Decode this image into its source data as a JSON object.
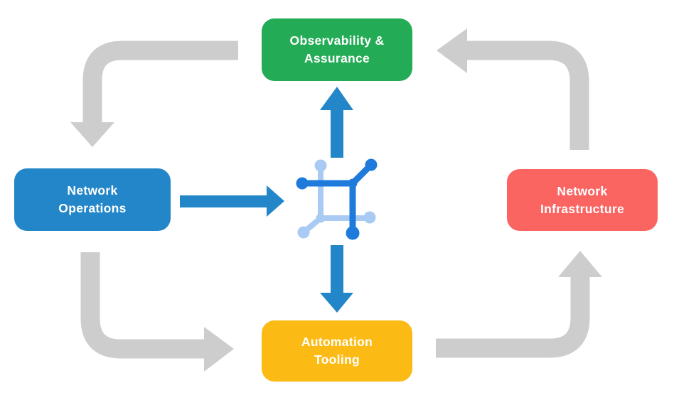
{
  "nodes": {
    "observability": {
      "line1": "Observability &",
      "line2": "Assurance",
      "color": "#23AB55",
      "text_color": "#FFFFFF"
    },
    "operations": {
      "line1": "Network",
      "line2": "Operations",
      "color": "#2386C8",
      "text_color": "#FFFFFF"
    },
    "infrastructure": {
      "line1": "Network",
      "line2": "Infrastructure",
      "color": "#FA6461",
      "text_color": "#FFFFFF"
    },
    "automation": {
      "line1": "Automation",
      "line2": "Tooling",
      "color": "#FCBB14",
      "text_color": "#FFFFFF"
    }
  },
  "center_icon": {
    "name": "network-fabric-icon",
    "color_dark": "#1E7ADB",
    "color_light": "#A9CBF3"
  },
  "colors": {
    "background": "#FFFFFF",
    "arrow_gray": "#CDCDCD",
    "arrow_blue": "#2386C8"
  }
}
